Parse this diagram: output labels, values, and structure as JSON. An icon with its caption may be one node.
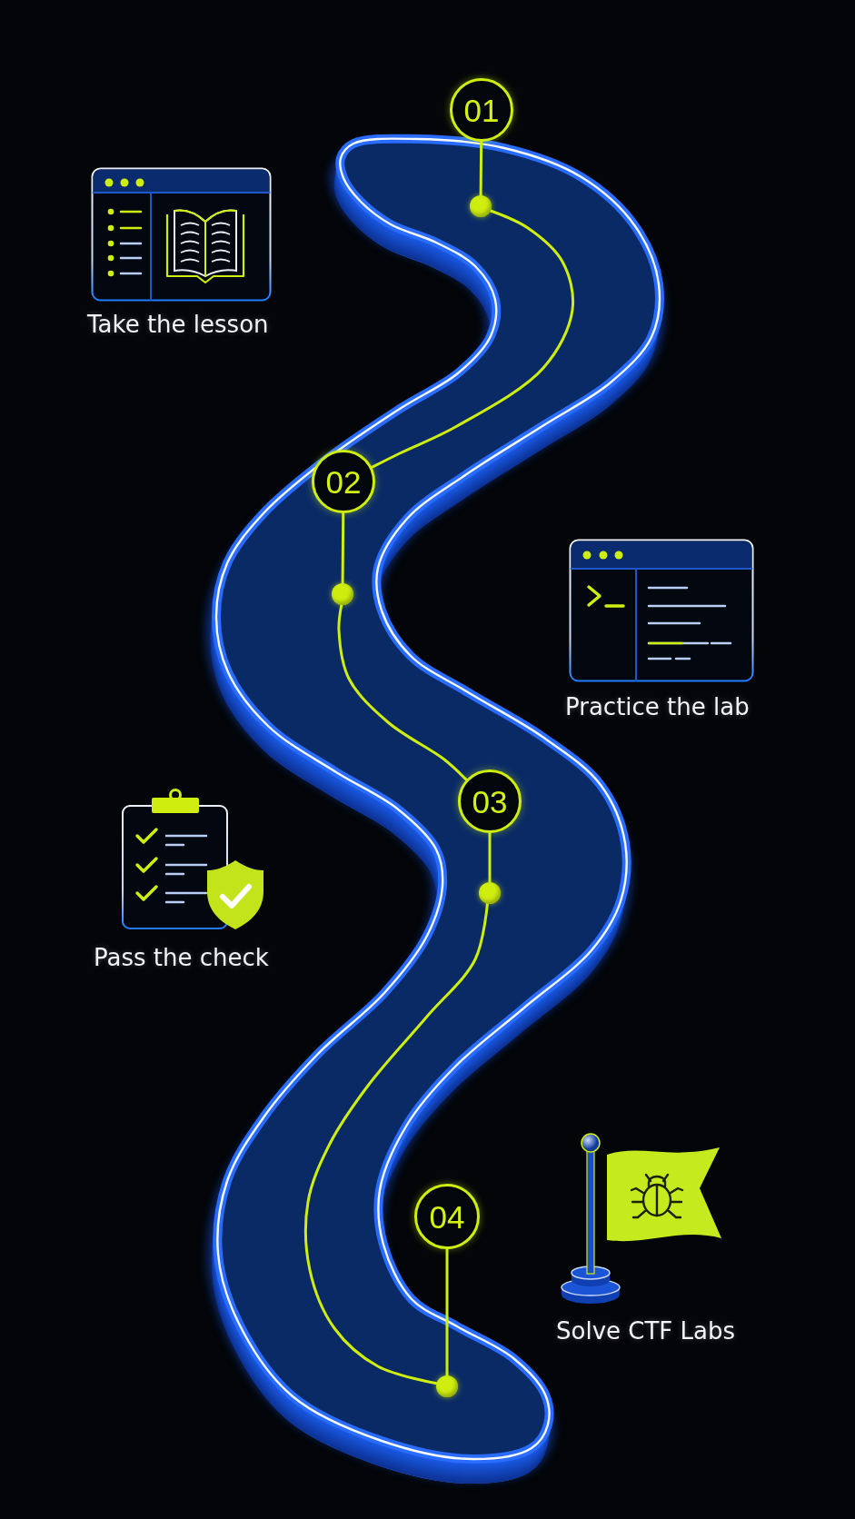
{
  "diagram": {
    "nodes": [
      {
        "text": [
          "01"
        ]
      },
      {
        "text": [],
        "shape": "circle"
      },
      {
        "text": [
          "02"
        ]
      },
      {
        "text": [],
        "shape": "circle"
      },
      {
        "text": [
          "03"
        ]
      },
      {
        "text": [],
        "shape": "circle"
      },
      {
        "text": [
          "04"
        ]
      },
      {
        "text": [],
        "shape": "circle"
      }
    ],
    "edges": [
      {
        "from": 0,
        "to": 1,
        "arrow": "none"
      },
      {
        "from": 1,
        "to": 2,
        "arrow": "none"
      },
      {
        "from": 2,
        "to": 3,
        "arrow": "none"
      },
      {
        "from": 3,
        "to": 4,
        "arrow": "none"
      },
      {
        "from": 4,
        "to": 5,
        "arrow": "none"
      },
      {
        "from": 5,
        "to": 7,
        "arrow": "none"
      },
      {
        "from": 6,
        "to": 7,
        "arrow": "none"
      }
    ],
    "labels": [
      "Take the lesson",
      "Practice the lab",
      "Pass the check",
      "Solve CTF Labs"
    ]
  }
}
